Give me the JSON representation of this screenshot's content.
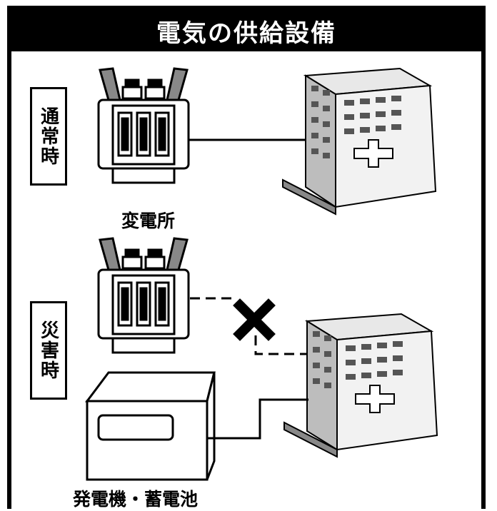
{
  "title": "電気の供給設備",
  "labels": {
    "normal": "通常時",
    "disaster": "災害時"
  },
  "captions": {
    "substation": "変電所",
    "generator": "発電機・蓄電池"
  },
  "icons": [
    "transformer-icon",
    "building-icon",
    "generator-box-icon",
    "cross-mark-icon"
  ],
  "colors": {
    "ink": "#000000",
    "paper": "#ffffff"
  }
}
